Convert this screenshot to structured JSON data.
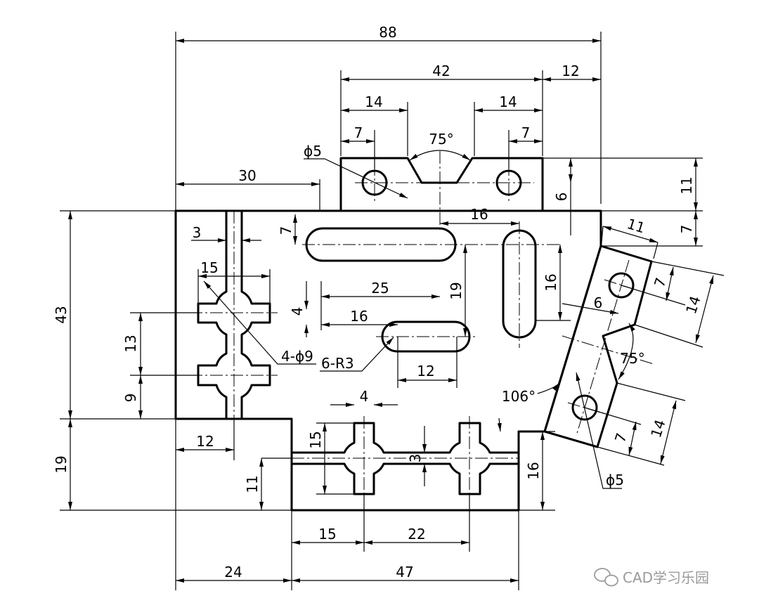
{
  "dimensions": {
    "d88": "88",
    "d42": "42",
    "d12_top": "12",
    "d14_left": "14",
    "d14_right": "14",
    "d7_left": "7",
    "d7_right": "7",
    "angle75_top": "75°",
    "phi5_top": "ϕ5",
    "d30": "30",
    "d6_top": "6",
    "d11_right": "11",
    "d7_right_side": "7",
    "d16_slot": "16",
    "d3_left": "3",
    "d7_slot": "7",
    "d15_left": "15",
    "d43": "43",
    "d25": "25",
    "d19_mid": "19",
    "d16_vslot": "16",
    "d11_incl": "11",
    "d7_incl_a": "7",
    "d14_incl_a": "14",
    "d6_incl": "6",
    "d4_mid": "4",
    "d16_mid": "16",
    "d13": "13",
    "holes_4phi9": "4-ϕ9",
    "radii_6R3": "6-R3",
    "d12_slot": "12",
    "angle75_incl": "75°",
    "d9": "9",
    "d4_bottom": "4",
    "angle106": "106°",
    "d12_bottom": "12",
    "d15_bottom": "15",
    "d3_bottom": "3",
    "d19_left": "19",
    "d11_bottom": "11",
    "d16_bottom_right": "16",
    "d7_incl_b": "7",
    "d14_incl_b": "14",
    "phi5_bottom": "ϕ5",
    "d15_base": "15",
    "d22": "22",
    "d24": "24",
    "d47": "47"
  },
  "watermark": {
    "text": "CAD学习乐园"
  }
}
